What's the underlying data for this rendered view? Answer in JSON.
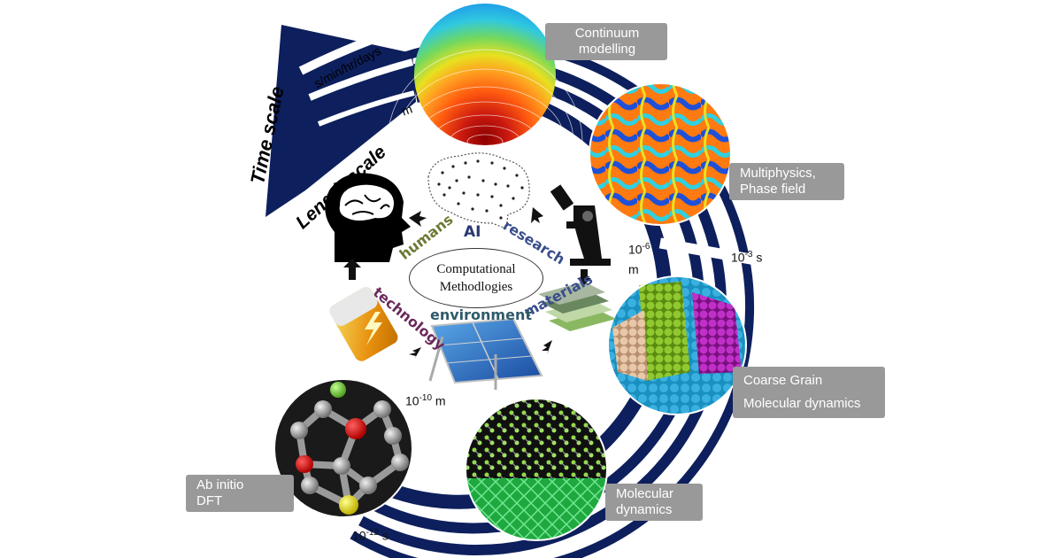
{
  "axes": {
    "time_scale": "Time scale",
    "length_scale": "Length scale"
  },
  "units": {
    "top_time": "s/min/hr/days",
    "top_length": "m"
  },
  "methods": {
    "continuum": "Continuum modelling",
    "multiphysics": [
      "Multiphysics,",
      "Phase field"
    ],
    "coarse_grain": [
      "Coarse Grain",
      "Molecular dynamics"
    ],
    "molecular": [
      "Molecular",
      "dynamics"
    ],
    "ab_initio": [
      "Ab initio",
      "DFT"
    ]
  },
  "scales": {
    "len_micro": {
      "base": "10",
      "exp": "-6",
      "unit": "m"
    },
    "time_milli": {
      "base": "10",
      "exp": "-3",
      "unit": " s"
    },
    "len_angstrom": {
      "base": "10",
      "exp": "-10",
      "unit": " m"
    },
    "time_pico": {
      "base": "10",
      "exp": "-12",
      "unit": " s"
    }
  },
  "centre": {
    "line1": "Computational",
    "line2": "Methodlogies"
  },
  "cycle": {
    "humans": "humans",
    "ai": "AI",
    "research": "research",
    "materials": "materials",
    "environment": "environment",
    "technology": "technology"
  },
  "colors": {
    "ring": "#0d1f5c",
    "label_bg": "#999999",
    "humans": "#6b7a32",
    "research": "#3a4d8c",
    "technology": "#6b2a5c",
    "environment": "#2f5a6b"
  }
}
